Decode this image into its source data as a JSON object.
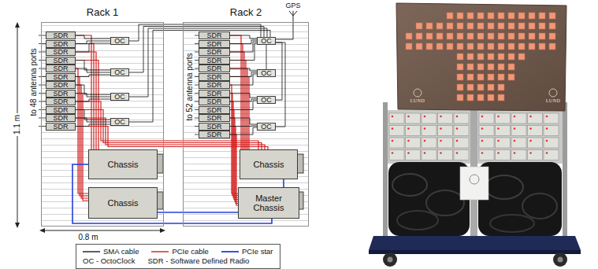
{
  "diagram": {
    "nodes": [
      {
        "text": [
          "Rack 1"
        ]
      },
      {
        "text": [
          "SDR"
        ],
        "in": 0
      },
      {
        "text": [
          "SDR"
        ],
        "in": 0
      },
      {
        "text": [
          "SDR"
        ],
        "in": 0
      },
      {
        "text": [
          "SDR"
        ],
        "in": 0
      },
      {
        "text": [
          "SDR"
        ],
        "in": 0
      },
      {
        "text": [
          "SDR"
        ],
        "in": 0
      },
      {
        "text": [
          "SDR"
        ],
        "in": 0
      },
      {
        "text": [
          "SDR"
        ],
        "in": 0
      },
      {
        "text": [
          "SDR"
        ],
        "in": 0
      },
      {
        "text": [
          "SDR"
        ],
        "in": 0
      },
      {
        "text": [
          "SDR"
        ],
        "in": 0
      },
      {
        "text": [
          "SDR"
        ],
        "in": 0
      },
      {
        "text": [
          "OC"
        ],
        "in": 0
      },
      {
        "text": [
          "OC"
        ],
        "in": 0
      },
      {
        "text": [
          "OC"
        ],
        "in": 0
      },
      {
        "text": [
          "OC"
        ],
        "in": 0
      },
      {
        "text": [
          "Chassis"
        ],
        "in": 0
      },
      {
        "text": [
          "Chassis"
        ],
        "in": 0
      },
      {
        "text": [
          "Rack 2"
        ]
      },
      {
        "text": [
          "SDR"
        ],
        "in": 19
      },
      {
        "text": [
          "SDR"
        ],
        "in": 19
      },
      {
        "text": [
          "SDR"
        ],
        "in": 19
      },
      {
        "text": [
          "SDR"
        ],
        "in": 19
      },
      {
        "text": [
          "SDR"
        ],
        "in": 19
      },
      {
        "text": [
          "SDR"
        ],
        "in": 19
      },
      {
        "text": [
          "SDR"
        ],
        "in": 19
      },
      {
        "text": [
          "SDR"
        ],
        "in": 19
      },
      {
        "text": [
          "SDR"
        ],
        "in": 19
      },
      {
        "text": [
          "SDR"
        ],
        "in": 19
      },
      {
        "text": [
          "SDR"
        ],
        "in": 19
      },
      {
        "text": [
          "SDR"
        ],
        "in": 19
      },
      {
        "text": [
          "SDR"
        ],
        "in": 19
      },
      {
        "text": [
          "OC"
        ],
        "in": 19
      },
      {
        "text": [
          "OC"
        ],
        "in": 19
      },
      {
        "text": [
          "OC"
        ],
        "in": 19
      },
      {
        "text": [
          "OC"
        ],
        "in": 19
      },
      {
        "text": [
          "Chassis"
        ],
        "in": 19
      },
      {
        "text": [
          "Master Chassis"
        ],
        "in": 19
      }
    ],
    "edges": [
      {
        "from": 1,
        "to": 17,
        "arrow": "none"
      },
      {
        "from": 2,
        "to": 17,
        "arrow": "none"
      },
      {
        "from": 3,
        "to": 17,
        "arrow": "none"
      },
      {
        "from": 4,
        "to": 17,
        "arrow": "none"
      },
      {
        "from": 5,
        "to": 18,
        "arrow": "none"
      },
      {
        "from": 6,
        "to": 18,
        "arrow": "none"
      },
      {
        "from": 7,
        "to": 18,
        "arrow": "none"
      },
      {
        "from": 8,
        "to": 18,
        "arrow": "none"
      },
      {
        "from": 9,
        "to": 37,
        "arrow": "none"
      },
      {
        "from": 10,
        "to": 37,
        "arrow": "none"
      },
      {
        "from": 11,
        "to": 37,
        "arrow": "none"
      },
      {
        "from": 12,
        "to": 37,
        "arrow": "none"
      },
      {
        "from": 20,
        "to": 37,
        "arrow": "none"
      },
      {
        "from": 21,
        "to": 37,
        "arrow": "none"
      },
      {
        "from": 22,
        "to": 37,
        "arrow": "none"
      },
      {
        "from": 23,
        "to": 37,
        "arrow": "none"
      },
      {
        "from": 24,
        "to": 37,
        "arrow": "none"
      },
      {
        "from": 25,
        "to": 37,
        "arrow": "none"
      },
      {
        "from": 26,
        "to": 38,
        "arrow": "none"
      },
      {
        "from": 27,
        "to": 38,
        "arrow": "none"
      },
      {
        "from": 28,
        "to": 38,
        "arrow": "none"
      },
      {
        "from": 29,
        "to": 38,
        "arrow": "none"
      },
      {
        "from": 30,
        "to": 38,
        "arrow": "none"
      },
      {
        "from": 31,
        "to": 38,
        "arrow": "none"
      },
      {
        "from": 32,
        "to": 38,
        "arrow": "none"
      },
      {
        "from": 1,
        "to": 13,
        "arrow": "none"
      },
      {
        "from": 2,
        "to": 13,
        "arrow": "none"
      },
      {
        "from": 3,
        "to": 13,
        "arrow": "none"
      },
      {
        "from": 4,
        "to": 14,
        "arrow": "none"
      },
      {
        "from": 5,
        "to": 14,
        "arrow": "none"
      },
      {
        "from": 6,
        "to": 14,
        "arrow": "none"
      },
      {
        "from": 7,
        "to": 15,
        "arrow": "none"
      },
      {
        "from": 8,
        "to": 15,
        "arrow": "none"
      },
      {
        "from": 9,
        "to": 15,
        "arrow": "none"
      },
      {
        "from": 10,
        "to": 16,
        "arrow": "none"
      },
      {
        "from": 11,
        "to": 16,
        "arrow": "none"
      },
      {
        "from": 12,
        "to": 16,
        "arrow": "none"
      },
      {
        "from": 20,
        "to": 33,
        "arrow": "none"
      },
      {
        "from": 21,
        "to": 33,
        "arrow": "none"
      },
      {
        "from": 22,
        "to": 33,
        "arrow": "none"
      },
      {
        "from": 23,
        "to": 33,
        "arrow": "none"
      },
      {
        "from": 24,
        "to": 34,
        "arrow": "none"
      },
      {
        "from": 25,
        "to": 34,
        "arrow": "none"
      },
      {
        "from": 26,
        "to": 34,
        "arrow": "none"
      },
      {
        "from": 27,
        "to": 35,
        "arrow": "none"
      },
      {
        "from": 28,
        "to": 35,
        "arrow": "none"
      },
      {
        "from": 29,
        "to": 35,
        "arrow": "none"
      },
      {
        "from": 30,
        "to": 36,
        "arrow": "none"
      },
      {
        "from": 31,
        "to": 36,
        "arrow": "none"
      },
      {
        "from": 32,
        "to": 36,
        "arrow": "none"
      },
      {
        "from": 33,
        "to": 34,
        "arrow": "none"
      },
      {
        "from": 33,
        "to": 35,
        "arrow": "none"
      },
      {
        "from": 33,
        "to": 36,
        "arrow": "none"
      },
      {
        "from": 33,
        "to": 13,
        "arrow": "none"
      },
      {
        "from": 33,
        "to": 14,
        "arrow": "none"
      },
      {
        "from": 33,
        "to": 15,
        "arrow": "none"
      },
      {
        "from": 33,
        "to": 16,
        "arrow": "none"
      },
      {
        "from": 17,
        "to": 38,
        "arrow": "none"
      },
      {
        "from": 18,
        "to": 38,
        "arrow": "none"
      },
      {
        "from": 37,
        "to": 38,
        "arrow": "none"
      }
    ],
    "labels": [
      "1.1 m",
      "to 48 antenna ports",
      "to 52 antenna ports",
      "0.8 m",
      "GPS",
      "LUND",
      "LUND"
    ],
    "legend": [
      {
        "text": "SMA cable"
      },
      {
        "text": "PCIe cable"
      },
      {
        "text": "PCIe star"
      },
      {
        "text": "OC - OctoClock"
      },
      {
        "text": "SDR - Software Defined Radio"
      }
    ]
  }
}
